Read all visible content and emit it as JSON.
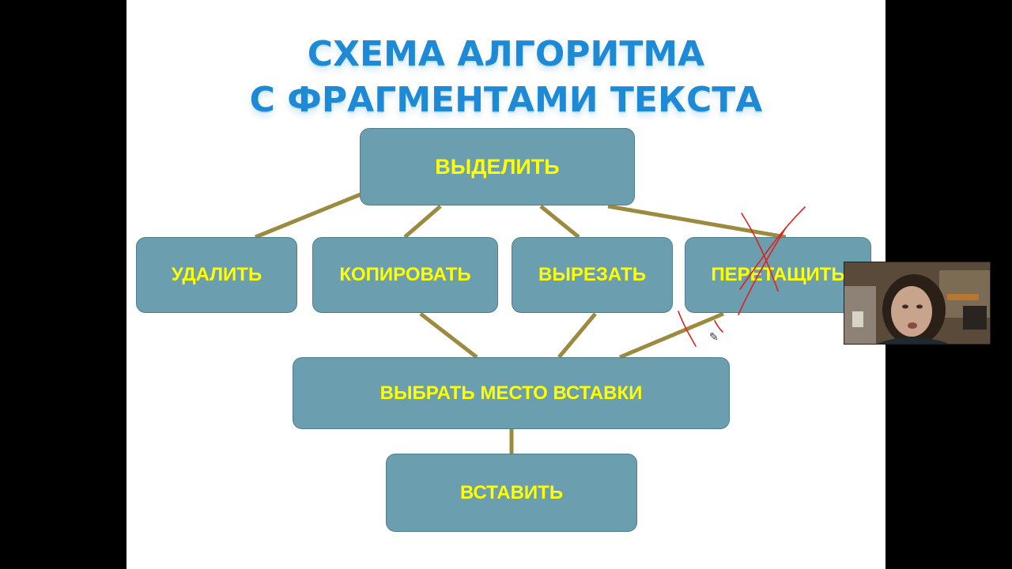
{
  "slide": {
    "title_line1": "СХЕМА АЛГОРИТМА",
    "title_line2": "С ФРАГМЕНТАМИ ТЕКСТА"
  },
  "nodes": {
    "select": "ВЫДЕЛИТЬ",
    "delete": "УДАЛИТЬ",
    "copy": "КОПИРОВАТЬ",
    "cut": "ВЫРЕЗАТЬ",
    "drag": "ПЕРЕТАЩИТЬ",
    "choose_place": "ВЫБРАТЬ МЕСТО ВСТАВКИ",
    "paste": "ВСТАВИТЬ"
  },
  "edges": [
    [
      "select",
      "delete"
    ],
    [
      "select",
      "copy"
    ],
    [
      "select",
      "cut"
    ],
    [
      "select",
      "drag"
    ],
    [
      "copy",
      "choose_place"
    ],
    [
      "cut",
      "choose_place"
    ],
    [
      "drag",
      "choose_place"
    ],
    [
      "choose_place",
      "paste"
    ]
  ],
  "colors": {
    "title": "#1e8ad6",
    "node_fill": "#6b9eae",
    "node_text": "#ffff00",
    "connector": "#9c8a3e",
    "annotation_pen": "#e0201c",
    "page_background": "#000000",
    "slide_background": "#ffffff"
  },
  "annotations": {
    "drag_node": "crossed-out",
    "drag_to_place_edge": "crossed-out"
  },
  "icons": {
    "cursor": "pen-cursor-icon"
  }
}
